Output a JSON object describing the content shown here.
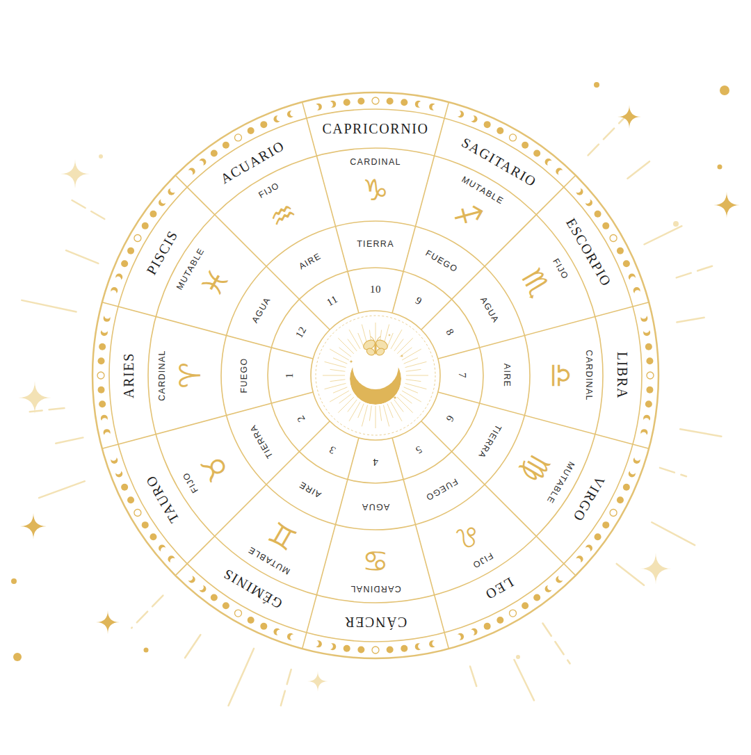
{
  "diagram": {
    "labels": [
      "ARIES",
      "CARDINAL",
      "♈",
      "FUEGO",
      "1",
      "TAURO",
      "FIJO",
      "♉",
      "TIERRA",
      "2",
      "GÉMINIS",
      "MUTABLE",
      "♊",
      "AIRE",
      "3",
      "CÁNCER",
      "CARDINAL",
      "♋",
      "AGUA",
      "4",
      "LEO",
      "FIJO",
      "♌",
      "FUEGO",
      "5",
      "VIRGO",
      "MUTABLE",
      "♍",
      "TIERRA",
      "6",
      "LIBRA",
      "CARDINAL",
      "♎",
      "AIRE",
      "7",
      "ESCORPIO",
      "FIJO",
      "♏",
      "AGUA",
      "8",
      "SAGITARIO",
      "MUTABLE",
      "♐",
      "FUEGO",
      "9",
      "CAPRICORNIO",
      "CARDINAL",
      "♑",
      "TIERRA",
      "10",
      "ACUARIO",
      "FIJO",
      "♒",
      "AIRE",
      "11",
      "PISCIS",
      "MUTABLE",
      "♓",
      "AGUA",
      "12"
    ]
  }
}
